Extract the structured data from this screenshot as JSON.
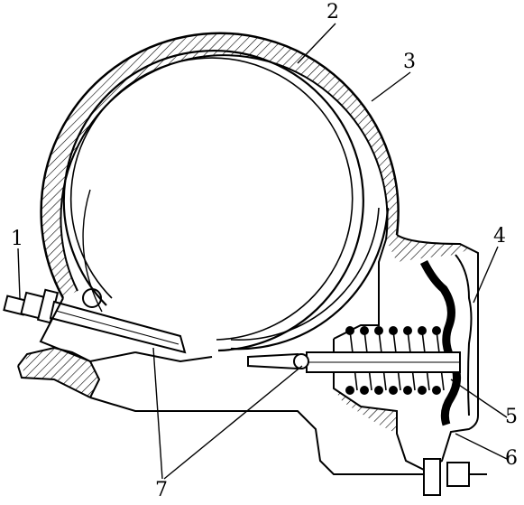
{
  "labels": {
    "l1": "1",
    "l2": "2",
    "l3": "3",
    "l4": "4",
    "l5": "5",
    "l6": "6",
    "l7": "7"
  },
  "colors": {
    "stroke": "#000000",
    "background": "#ffffff",
    "diaphragm": "#000000"
  }
}
